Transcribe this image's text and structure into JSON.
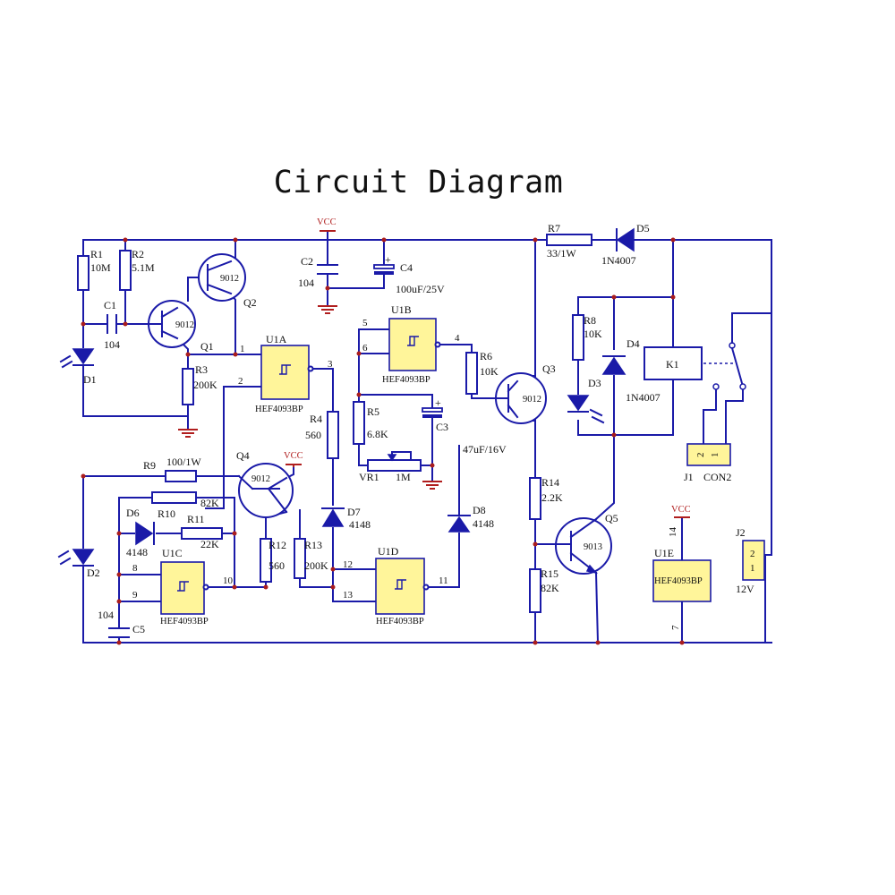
{
  "title": "Circuit Diagram",
  "components": {
    "R1": {
      "ref": "R1",
      "value": "10M"
    },
    "R2": {
      "ref": "R2",
      "value": "5.1M"
    },
    "R3": {
      "ref": "R3",
      "value": "200K"
    },
    "R4": {
      "ref": "R4",
      "value": "560"
    },
    "R5": {
      "ref": "R5",
      "value": "6.8K"
    },
    "R6": {
      "ref": "R6",
      "value": "10K"
    },
    "R7": {
      "ref": "R7",
      "value": "33/1W"
    },
    "R8": {
      "ref": "R8",
      "value": "10K"
    },
    "R9": {
      "ref": "R9",
      "value": "100/1W"
    },
    "R10": {
      "ref": "R10",
      "value": "82K"
    },
    "R11": {
      "ref": "R11",
      "value": "22K"
    },
    "R12": {
      "ref": "R12",
      "value": "560"
    },
    "R13": {
      "ref": "R13",
      "value": "200K"
    },
    "R14": {
      "ref": "R14",
      "value": "2.2K"
    },
    "R15": {
      "ref": "R15",
      "value": "82K"
    },
    "C1": {
      "ref": "C1",
      "value": "104"
    },
    "C2": {
      "ref": "C2",
      "value": "104"
    },
    "C3": {
      "ref": "C3",
      "value": "47uF/16V"
    },
    "C4": {
      "ref": "C4",
      "value": "100uF/25V"
    },
    "C5": {
      "ref": "C5",
      "value": "104"
    },
    "D1": {
      "ref": "D1"
    },
    "D2": {
      "ref": "D2"
    },
    "D3": {
      "ref": "D3"
    },
    "D4": {
      "ref": "D4",
      "value": "1N4007"
    },
    "D5": {
      "ref": "D5",
      "value": "1N4007"
    },
    "D6": {
      "ref": "D6",
      "value": "4148"
    },
    "D7": {
      "ref": "D7",
      "value": "4148"
    },
    "D8": {
      "ref": "D8",
      "value": "4148"
    },
    "Q1": {
      "ref": "Q1",
      "value": "9012"
    },
    "Q2": {
      "ref": "Q2",
      "value": "9012"
    },
    "Q3": {
      "ref": "Q3",
      "value": "9012"
    },
    "Q4": {
      "ref": "Q4",
      "value": "9012"
    },
    "Q5": {
      "ref": "Q5",
      "value": "9013"
    },
    "VR1": {
      "ref": "VR1",
      "value": "1M"
    },
    "K1": {
      "ref": "K1"
    },
    "J1": {
      "ref": "J1",
      "value": "CON2",
      "pins": [
        "2",
        "1"
      ]
    },
    "J2": {
      "ref": "J2",
      "value": "12V",
      "pins": [
        "2",
        "1"
      ]
    },
    "U1A": {
      "ref": "U1A",
      "part": "HEF4093BP",
      "pins": [
        "1",
        "2",
        "3"
      ]
    },
    "U1B": {
      "ref": "U1B",
      "part": "HEF4093BP",
      "pins": [
        "5",
        "6",
        "4"
      ]
    },
    "U1C": {
      "ref": "U1C",
      "part": "HEF4093BP",
      "pins": [
        "8",
        "9",
        "10"
      ]
    },
    "U1D": {
      "ref": "U1D",
      "part": "HEF4093BP",
      "pins": [
        "12",
        "13",
        "11"
      ]
    },
    "U1E": {
      "ref": "U1E",
      "part": "HEF4093BP",
      "pins": [
        "14",
        "7"
      ]
    }
  },
  "power": {
    "vcc": "VCC"
  }
}
